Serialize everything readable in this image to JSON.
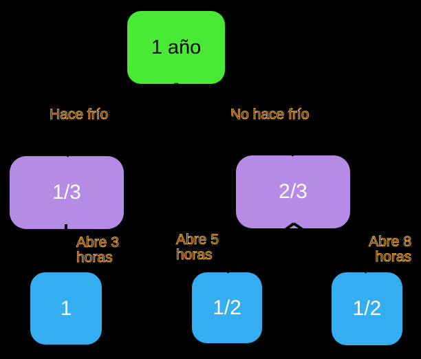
{
  "diagram": {
    "type": "probability-tree",
    "background_color": "#000000",
    "edge_label_color": "#E9A236",
    "line_color": "#000000",
    "root": {
      "label": "1 año",
      "fill": "#48EA36",
      "text_color": "#000000"
    },
    "level1": [
      {
        "edge_label": "Hace frío",
        "label": "1/3",
        "fill": "#B58BE6",
        "text_color": "#FFFFFF"
      },
      {
        "edge_label": "No hace frío",
        "label": "2/3",
        "fill": "#B58BE6",
        "text_color": "#FFFFFF"
      }
    ],
    "level2": [
      {
        "edge_label": "Abre 3 horas",
        "label": "1",
        "fill": "#35ADF1",
        "text_color": "#FFFFFF",
        "parent": "1/3"
      },
      {
        "edge_label": "Abre 5 horas",
        "label": "1/2",
        "fill": "#35ADF1",
        "text_color": "#FFFFFF",
        "parent": "2/3"
      },
      {
        "edge_label": "Abre 8 horas",
        "label": "1/2",
        "fill": "#35ADF1",
        "text_color": "#FFFFFF",
        "parent": "2/3"
      }
    ]
  }
}
